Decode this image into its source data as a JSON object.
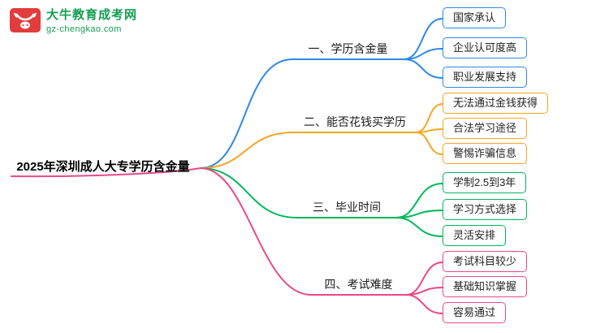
{
  "logo": {
    "title": "大牛教育成考网",
    "subtitle": "gz-chengkao.com",
    "icon": "bull-icon",
    "text_color": "#149E53",
    "icon_color": "#E23C3C"
  },
  "root": {
    "label": "2025年深圳成人大专学历含金量"
  },
  "branches": [
    {
      "label": "一、学历含金量",
      "color": "#2E89E5",
      "children": [
        "国家承认",
        "企业认可度高",
        "职业发展支持"
      ]
    },
    {
      "label": "二、能否花钱买学历",
      "color": "#F5A623",
      "children": [
        "无法通过金钱获得",
        "合法学习途径",
        "警惕诈骗信息"
      ]
    },
    {
      "label": "三、毕业时间",
      "color": "#00B85C",
      "children": [
        "学制2.5到3年",
        "学习方式选择",
        "灵活安排"
      ]
    },
    {
      "label": "四、考试难度",
      "color": "#EB4886",
      "children": [
        "考试科目较少",
        "基础知识掌握",
        "容易通过"
      ]
    }
  ]
}
